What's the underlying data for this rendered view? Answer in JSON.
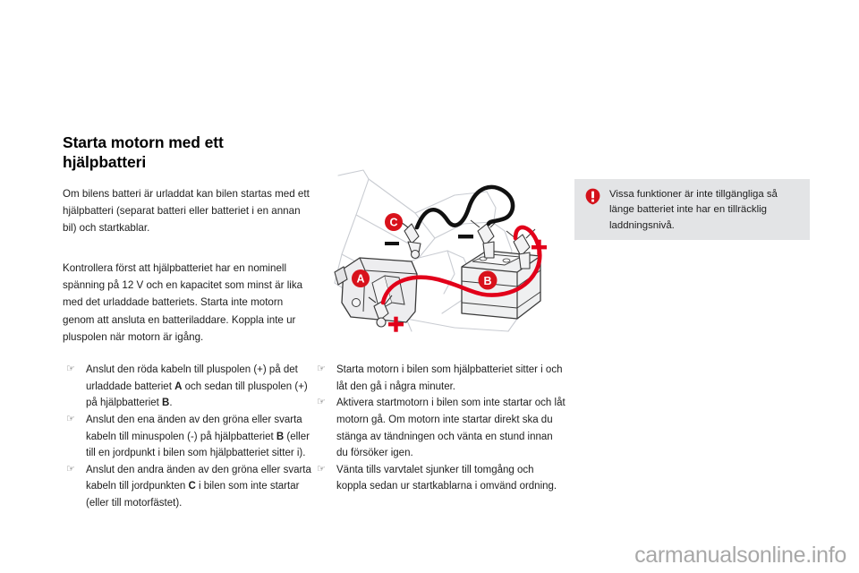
{
  "document": {
    "title_lines": [
      "Starta motorn med ett",
      "hjälpbatteri"
    ],
    "intro_paragraph": "Om bilens batteri är urladdat kan bilen startas med ett hjälpbatteri (separat batteri eller batteriet i en annan bil) och startkablar.",
    "second_paragraph": "Kontrollera först att hjälpbatteriet har en nominell spänning på 12 V och en kapacitet som minst är lika med det urladdade batteriets. Starta inte motorn genom att ansluta en batteriladdare. Koppla inte ur pluspolen när motorn är igång."
  },
  "warning": {
    "icon": "warning-exclamation-icon",
    "icon_color": "#d4121b",
    "background_color": "#e3e4e6",
    "text": "Vissa funktioner är inte tillgängliga så länge batteriet inte har en tillräcklig laddningsnivå."
  },
  "bullets": {
    "marker_glyph": "☞",
    "left_column": [
      {
        "segments": [
          {
            "text": "Anslut den röda kabeln till pluspolen (+) på det urladdade batteriet ",
            "bold": false
          },
          {
            "text": "A",
            "bold": true
          },
          {
            "text": " och sedan till pluspolen (+) på hjälpbatteriet ",
            "bold": false
          },
          {
            "text": "B",
            "bold": true
          },
          {
            "text": ".",
            "bold": false
          }
        ]
      },
      {
        "segments": [
          {
            "text": "Anslut den ena änden av den gröna eller svarta kabeln till minuspolen (-) på hjälpbatteriet ",
            "bold": false
          },
          {
            "text": "B",
            "bold": true
          },
          {
            "text": " (eller till en jordpunkt i bilen som hjälpbatteriet sitter i).",
            "bold": false
          }
        ]
      },
      {
        "segments": [
          {
            "text": "Anslut den andra änden av den gröna eller svarta kabeln till jordpunkten ",
            "bold": false
          },
          {
            "text": "C",
            "bold": true
          },
          {
            "text": " i bilen som inte startar (eller till motorfästet).",
            "bold": false
          }
        ]
      }
    ],
    "middle_column": [
      {
        "segments": [
          {
            "text": "Starta motorn i bilen som hjälpbatteriet sitter i och låt den gå i några minuter.",
            "bold": false
          }
        ]
      },
      {
        "segments": [
          {
            "text": "Aktivera startmotorn i bilen som inte startar och låt motorn gå. Om motorn inte startar direkt ska du stänga av tändningen och vänta en stund innan du försöker igen.",
            "bold": false
          }
        ]
      },
      {
        "segments": [
          {
            "text": "Vänta tills varvtalet sjunker till tomgång och koppla sedan ur startkablarna i omvänd ordning.",
            "bold": false
          }
        ]
      }
    ]
  },
  "illustration": {
    "name": "jump-start-battery-diagram",
    "labels": [
      {
        "id": "A",
        "meaning": "urladdat-batteri"
      },
      {
        "id": "B",
        "meaning": "hjalpbatteri"
      },
      {
        "id": "C",
        "meaning": "jordpunkt"
      }
    ],
    "terminal_marks": [
      "+",
      "−"
    ],
    "cable_colors": {
      "positive": "#e2001a",
      "negative": "#111111"
    },
    "label_badge_color": "#d8121b"
  },
  "watermark": {
    "text": "carmanualsonline.info",
    "color": "#a8a8a8"
  }
}
